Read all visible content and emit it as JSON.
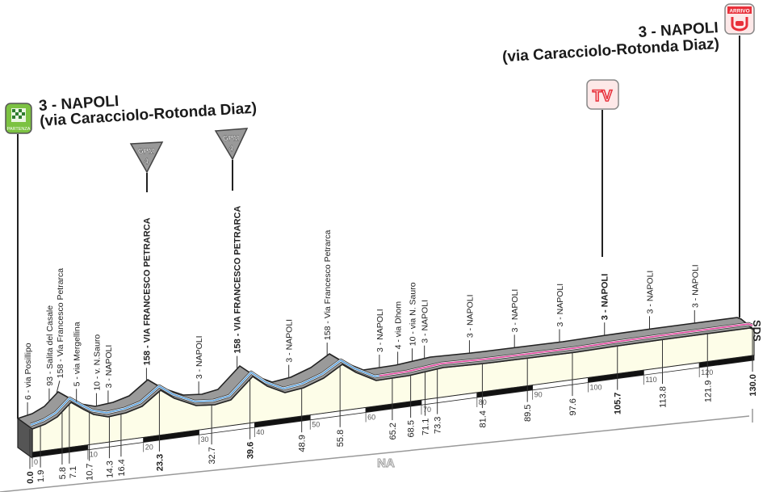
{
  "start": {
    "icon": "partenza-flag-icon",
    "icon_text": "PARTENZA",
    "line1": "3 - NAPOLI",
    "line2": "(via Caracciolo-Rotonda Diaz)"
  },
  "finish": {
    "icon": "arrivo-finish-icon",
    "icon_text": "ARRIVO",
    "line1": "3 - NAPOLI",
    "line2": "(via Caracciolo-Rotonda Diaz)"
  },
  "gpm": {
    "text": "GPM",
    "category": "4"
  },
  "tv": {
    "text": "TV"
  },
  "province": "NA",
  "side_code": "SDS",
  "total_km": 130,
  "scale_ticks": [
    0,
    10,
    20,
    30,
    40,
    50,
    60,
    70,
    80,
    90,
    100,
    110,
    120
  ],
  "distances": [
    {
      "km": "0.0",
      "bold": true
    },
    {
      "km": "130.0",
      "bold": true
    }
  ],
  "waypoints": [
    {
      "km": "1.9",
      "label": "6 - via Posillipo"
    },
    {
      "km": "5.8",
      "label": "93 - Salita del Casale"
    },
    {
      "km": "7.1",
      "label": "158 - Via Francesco Petrarca"
    },
    {
      "km": "10.7",
      "label": "5 - via Mergellina"
    },
    {
      "km": "14.3",
      "label": "10 - v. N.Sauro"
    },
    {
      "km": "16.4",
      "label": "3 - NAPOLI"
    },
    {
      "km": "23.3",
      "label": "158 - VIA FRANCESCO PETRARCA",
      "bold": true,
      "marker": "gpm"
    },
    {
      "km": "32.7",
      "label": "3 - NAPOLI"
    },
    {
      "km": "39.6",
      "label": "158 - VIA FRANCESCO PETRARCA",
      "bold": true,
      "marker": "gpm"
    },
    {
      "km": "48.9",
      "label": "3 - NAPOLI"
    },
    {
      "km": "55.8",
      "label": "158 - Via Francesco Petrarca"
    },
    {
      "km": "65.2",
      "label": "3 - NAPOLI"
    },
    {
      "km": "68.5",
      "label": "4 - via Dhom"
    },
    {
      "km": "71.1",
      "label": "10 - via N. Sauro"
    },
    {
      "km": "73.3",
      "label": "3 - NAPOLI"
    },
    {
      "km": "81.4",
      "label": "3 - NAPOLI"
    },
    {
      "km": "89.5",
      "label": "3 - NAPOLI"
    },
    {
      "km": "97.6",
      "label": "3 - NAPOLI"
    },
    {
      "km": "105.7",
      "label": "3 - NAPOLI",
      "bold": true,
      "marker": "tv"
    },
    {
      "km": "113.8",
      "label": "3 - NAPOLI"
    },
    {
      "km": "121.9",
      "label": "3 - NAPOLI"
    }
  ],
  "colors": {
    "route_first": "#5aa0dc",
    "route_last": "#e0409a",
    "surface": "#9a9a9a",
    "face": "#fdfde8",
    "start": "#7cc242",
    "finish": "#e8303a"
  }
}
